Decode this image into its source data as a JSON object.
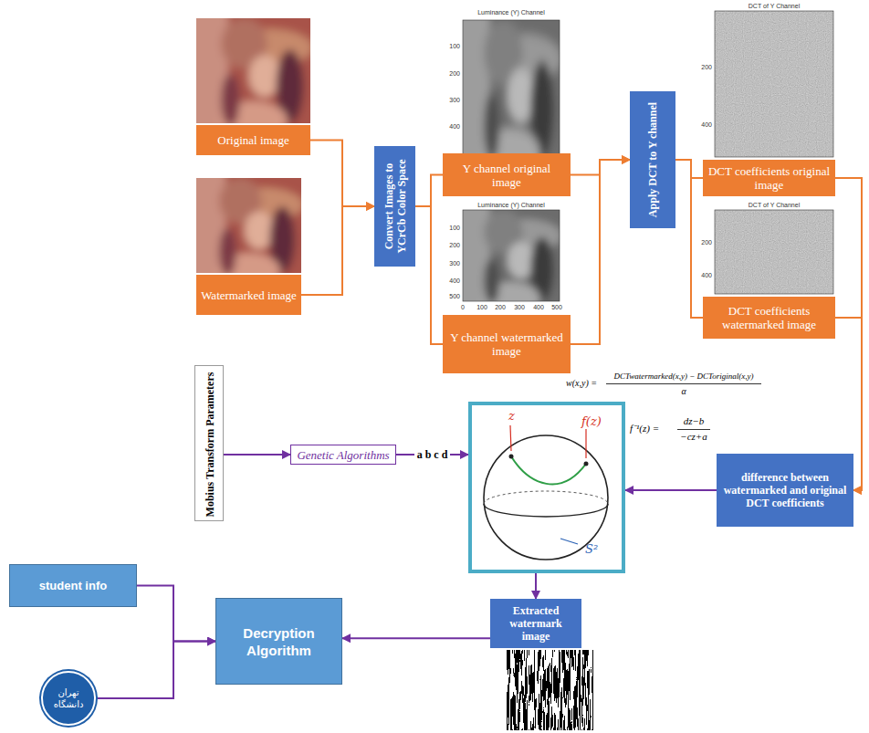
{
  "diagram": {
    "nodes": [
      {
        "text": [
          "Original image"
        ]
      },
      {
        "text": [
          "Watermarked image"
        ]
      },
      {
        "text": [
          "Convert Images to YCrCb Color Space"
        ]
      },
      {
        "text": [
          "Y channel original image"
        ]
      },
      {
        "text": [
          "Y channel watermarked image"
        ]
      },
      {
        "text": [
          "Apply DCT to Y channel"
        ]
      },
      {
        "text": [
          "DCT coefficients original image"
        ]
      },
      {
        "text": [
          "DCT coefficients watermarked image"
        ]
      },
      {
        "text": [
          "Mobius Transform Parameters"
        ]
      },
      {
        "text": [
          "Genetic Algorithms"
        ]
      },
      {
        "text": [
          "z",
          "f(z)",
          "S²"
        ]
      },
      {
        "text": [
          "difference between watermarked and original DCT coefficients"
        ]
      },
      {
        "text": [
          "Extracted watermark image"
        ]
      },
      {
        "text": [
          "Decryption Algorithm"
        ]
      },
      {
        "text": [
          "student info"
        ]
      },
      {
        "text": [
          "تهران",
          "دانشگاه"
        ]
      }
    ],
    "edges": [
      {
        "from": 0,
        "to": 2,
        "arrow": "to"
      },
      {
        "from": 1,
        "to": 2,
        "arrow": "to"
      },
      {
        "from": 2,
        "to": 3,
        "arrow": "none"
      },
      {
        "from": 2,
        "to": 4,
        "arrow": "none"
      },
      {
        "from": 3,
        "to": 5,
        "arrow": "to"
      },
      {
        "from": 4,
        "to": 5,
        "arrow": "to"
      },
      {
        "from": 5,
        "to": 6,
        "arrow": "none"
      },
      {
        "from": 5,
        "to": 7,
        "arrow": "none"
      },
      {
        "from": 6,
        "to": 11,
        "arrow": "to"
      },
      {
        "from": 7,
        "to": 11,
        "arrow": "to"
      },
      {
        "from": 8,
        "to": 9,
        "arrow": "to"
      },
      {
        "from": 9,
        "to": 10,
        "label": "a b c d",
        "arrow": "to"
      },
      {
        "from": 11,
        "to": 10,
        "arrow": "to"
      },
      {
        "from": 10,
        "to": 12,
        "arrow": "to"
      },
      {
        "from": 12,
        "to": 13,
        "arrow": "to"
      },
      {
        "from": 14,
        "to": 13,
        "arrow": "to"
      },
      {
        "from": 15,
        "to": 13,
        "arrow": "to"
      }
    ],
    "labels": [
      "Luminance (Y) Channel",
      "100",
      "200",
      "300",
      "400",
      "Luminance (Y) Channel",
      "100",
      "200",
      "300",
      "400",
      "500",
      "0",
      "100",
      "200",
      "300",
      "400",
      "500",
      "DCT of Y Channel",
      "200",
      "400",
      "DCT of Y Channel",
      "200",
      "400",
      "w(x,y) =",
      "DCTwatermarked(x,y) − DCToriginal(x,y)",
      "α",
      "f⁻¹(z) =",
      "dz−b",
      "−cz+a"
    ]
  }
}
